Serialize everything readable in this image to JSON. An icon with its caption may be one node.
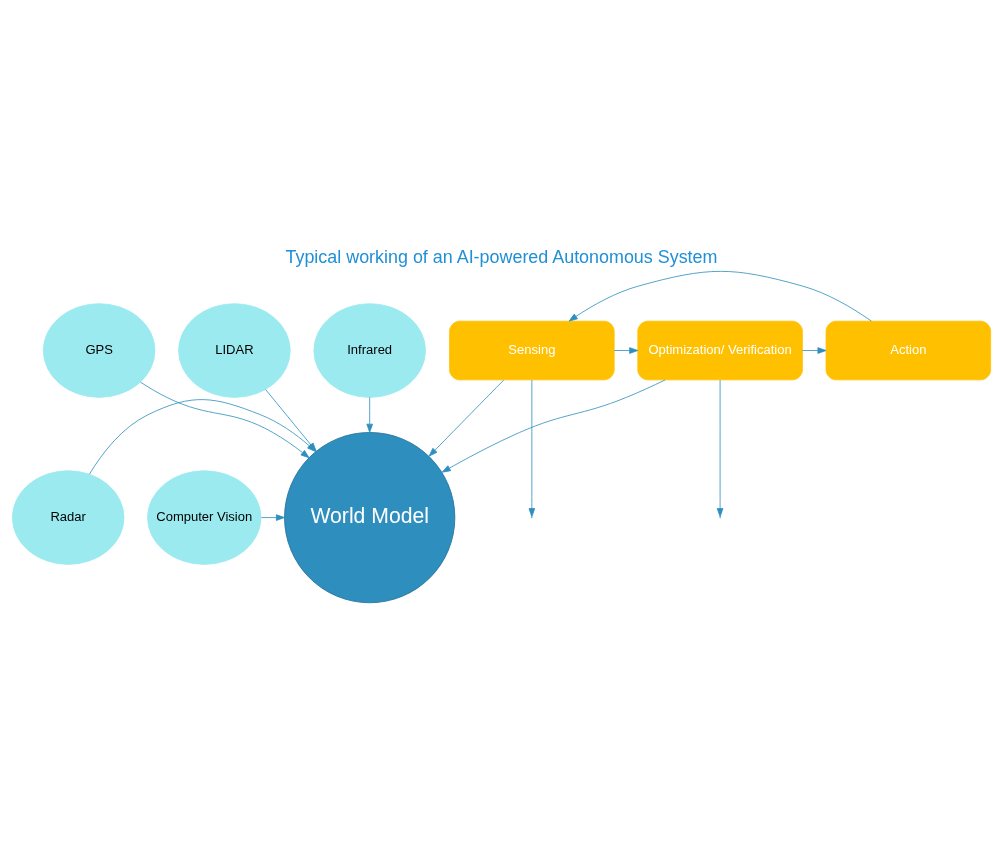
{
  "diagram": {
    "title": "Typical working of an AI-powered Autonomous System",
    "nodes": [
      {
        "text": [
          "GPS"
        ]
      },
      {
        "text": [
          "LIDAR"
        ]
      },
      {
        "text": [
          "Infrared"
        ]
      },
      {
        "text": [
          "Computer Vision"
        ]
      },
      {
        "text": [
          "World Model"
        ]
      },
      {
        "text": [
          "Radar"
        ]
      },
      {
        "text": [
          "Sensing"
        ]
      },
      {
        "text": [
          "Optimization/ Verification"
        ]
      },
      {
        "text": [
          "Action"
        ]
      }
    ],
    "edges": [
      {
        "from": 0,
        "to": 4,
        "arrow": "to"
      },
      {
        "from": 1,
        "to": 4,
        "arrow": "to"
      },
      {
        "from": 2,
        "to": 4,
        "arrow": "to"
      },
      {
        "from": 3,
        "to": 4,
        "arrow": "to"
      },
      {
        "from": 5,
        "to": 4,
        "arrow": "to"
      },
      {
        "from": 6,
        "to": 4,
        "arrow": "to"
      },
      {
        "from": 7,
        "to": 4,
        "arrow": "to"
      },
      {
        "from": 6,
        "to": 7,
        "arrow": "to"
      },
      {
        "from": 7,
        "to": 8,
        "arrow": "to"
      },
      {
        "from": 8,
        "to": 6,
        "arrow": "to"
      },
      {
        "from": 6,
        "to": null,
        "arrow": "to"
      },
      {
        "from": 7,
        "to": null,
        "arrow": "to"
      }
    ]
  }
}
